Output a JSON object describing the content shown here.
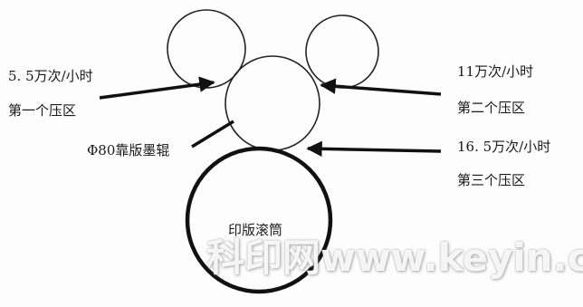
{
  "labels": {
    "zone1_speed": "5. 5万次/小时",
    "zone1_name": "第一个压区",
    "zone2_speed": "11万次/小时",
    "zone2_name": "第二个压区",
    "zone3_speed": "16. 5万次/小时",
    "zone3_name": "第三个压区",
    "ink_roller": "Φ80靠版墨辊",
    "plate_cylinder": "印版滚筒"
  },
  "watermark": "科印网www.keyin.cn"
}
